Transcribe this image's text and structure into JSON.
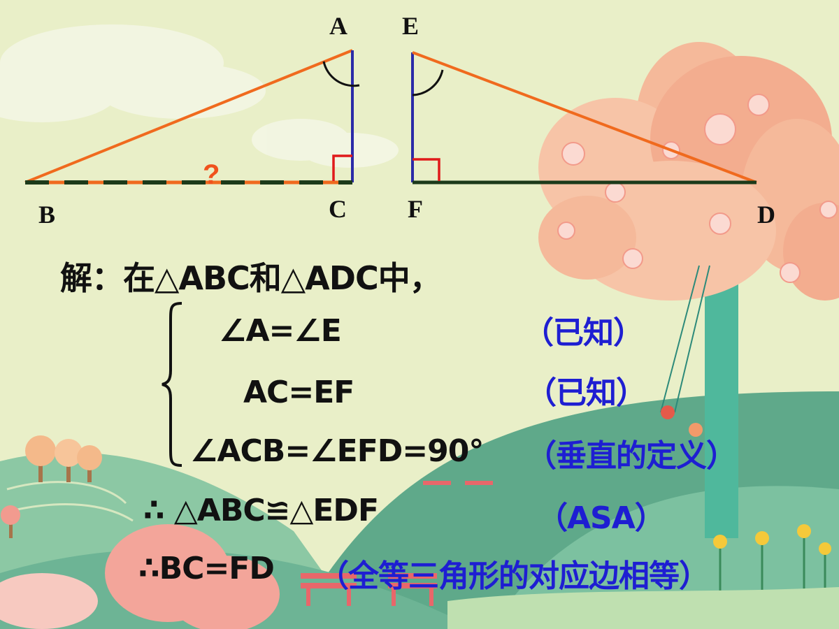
{
  "diagram": {
    "labels": {
      "A": "A",
      "E": "E",
      "B": "B",
      "C": "C",
      "F": "F",
      "D": "D"
    },
    "unknown_mark": "?"
  },
  "solution": {
    "intro": "解：在△ABC和△ADC中，",
    "steps": [
      {
        "statement": "∠A=∠E",
        "reason": "（已知）"
      },
      {
        "statement": "AC=EF",
        "reason": "（已知）"
      },
      {
        "statement": "∠ACB=∠EFD=90°",
        "reason": "（垂直的定义）"
      }
    ],
    "conclusion1": {
      "statement": "∴ △ABC≌△EDF",
      "reason": "（ASA）"
    },
    "conclusion2": {
      "statement": "∴BC=FD",
      "reason": "（全等三角形的对应边相等）"
    }
  },
  "colors": {
    "orange_line": "#f06a1e",
    "blue_line": "#2b2ba8",
    "dark_green_line": "#1c3a1a",
    "reason_text": "#1e1ed2"
  }
}
